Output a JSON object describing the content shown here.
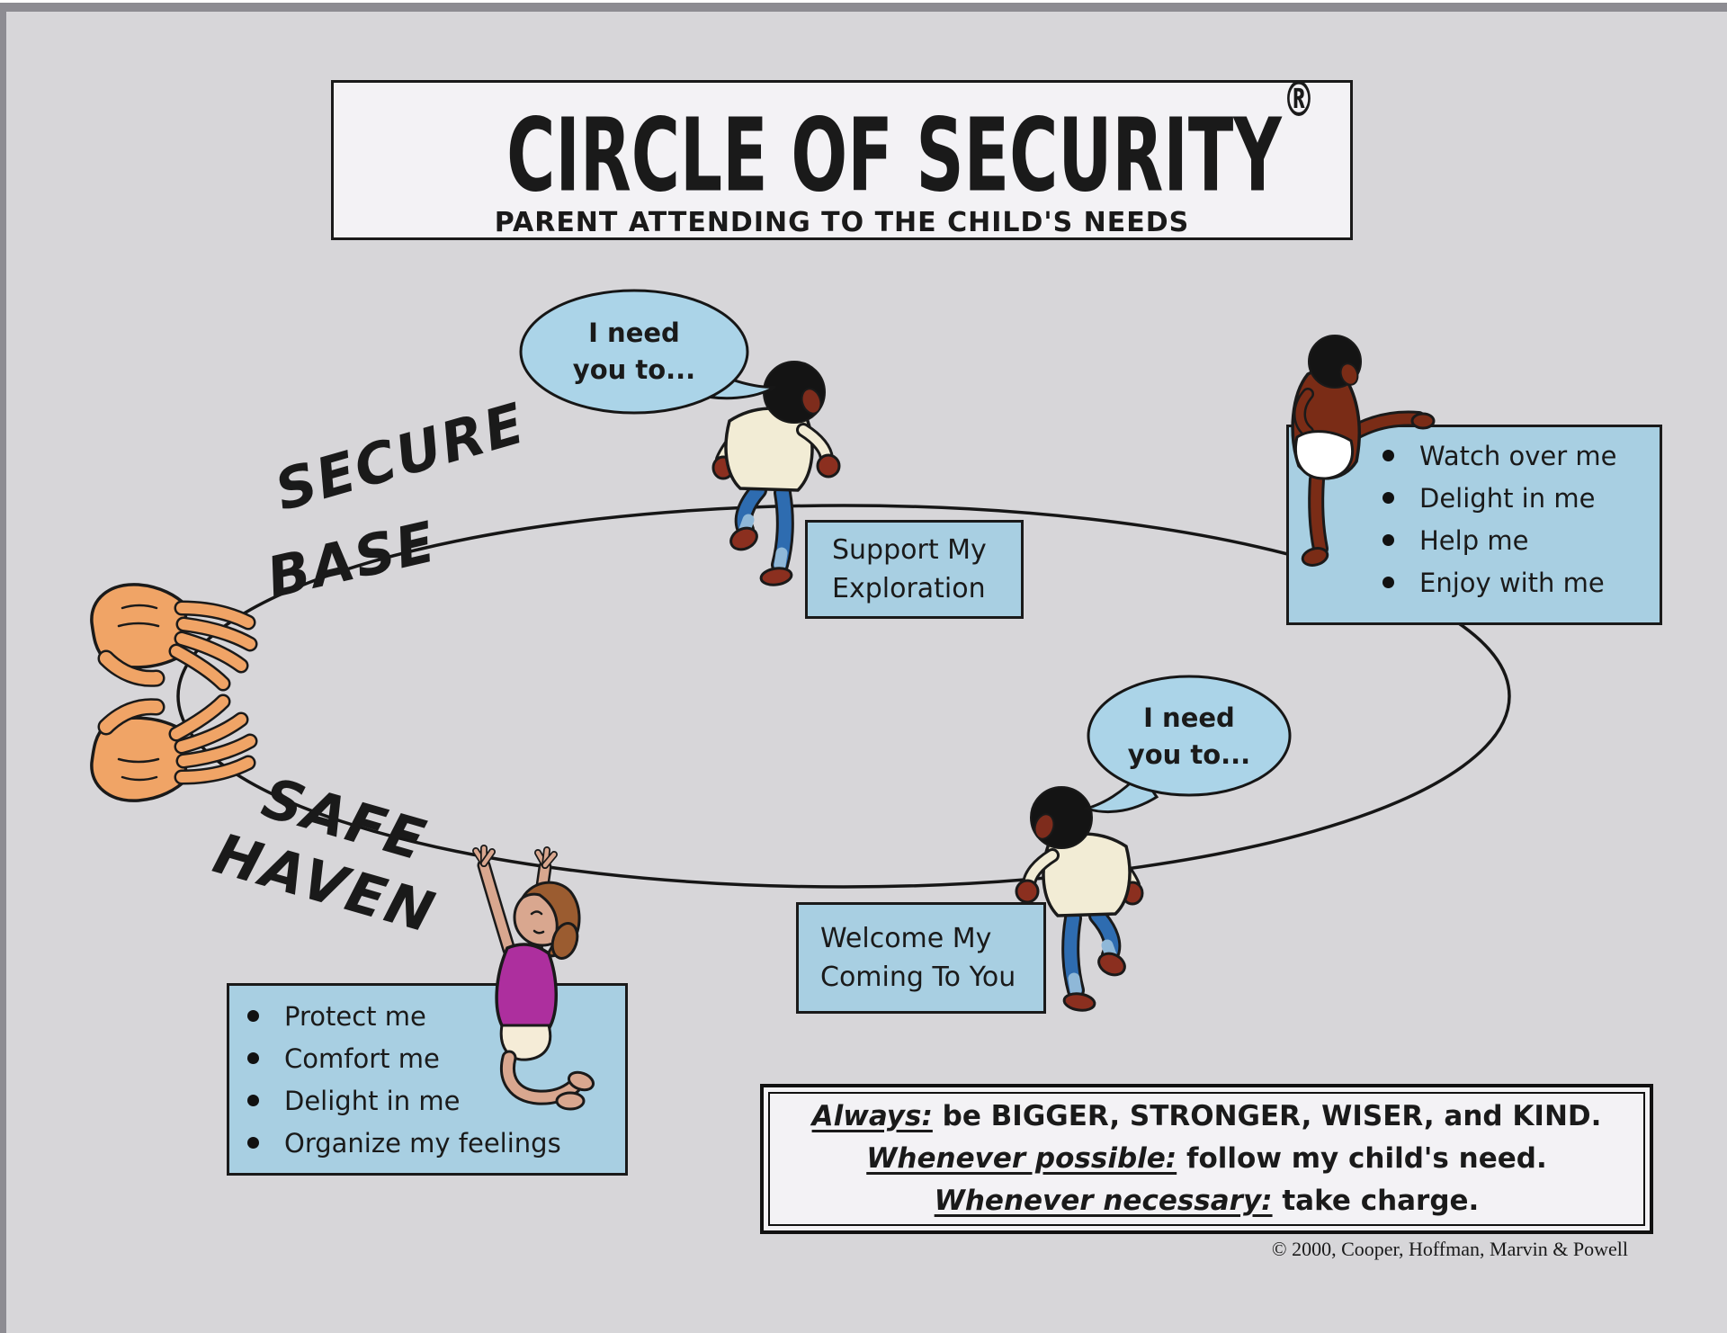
{
  "header": {
    "title": "CIRCLE OF SECURITY",
    "registered_mark": "®",
    "subtitle": "PARENT ATTENDING TO THE CHILD'S NEEDS"
  },
  "circle": {
    "top_label_line1": "SECURE",
    "top_label_line2": "BASE",
    "bottom_label_line1": "SAFE",
    "bottom_label_line2": "HAVEN"
  },
  "speech_bubbles": {
    "exploring_child": {
      "line1": "I need",
      "line2": "you to..."
    },
    "returning_child": {
      "line1": "I need",
      "line2": "you to..."
    }
  },
  "boxes": {
    "support": {
      "line1": "Support My",
      "line2": "Exploration"
    },
    "welcome": {
      "line1": "Welcome My",
      "line2": "Coming To You"
    },
    "needs_top": {
      "items": [
        "Watch over me",
        "Delight in me",
        "Help me",
        "Enjoy with me"
      ]
    },
    "needs_bottom": {
      "items": [
        "Protect me",
        "Comfort me",
        "Delight in me",
        "Organize my feelings"
      ]
    }
  },
  "always_box": {
    "lines": [
      {
        "lead": "Always:",
        "rest": " be BIGGER, STRONGER, WISER, and KIND."
      },
      {
        "lead": "Whenever possible:",
        "rest": " follow my child's need."
      },
      {
        "lead": "Whenever necessary:",
        "rest": " take charge."
      }
    ]
  },
  "copyright": "© 2000, Cooper, Hoffman, Marvin & Powell",
  "colors": {
    "background": "#d7d6d9",
    "panel": "#f3f2f5",
    "box_blue": "#a8cfe2",
    "bubble_blue": "#abd4e8",
    "hands_orange": "#f0a466",
    "outline": "#1a1a1a"
  }
}
